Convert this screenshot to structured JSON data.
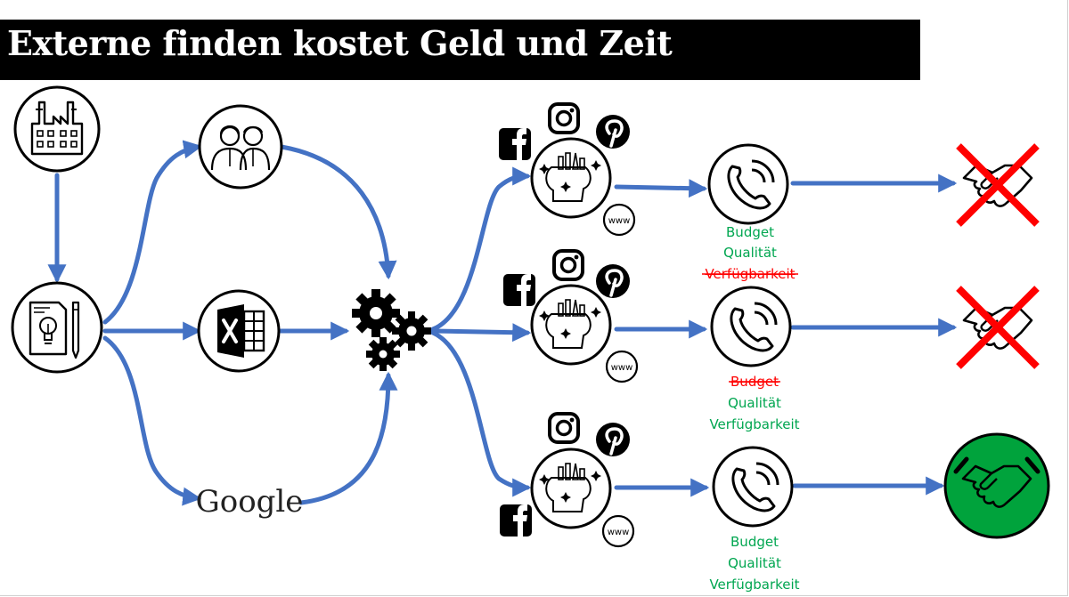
{
  "title": "Externe finden kostet Geld und Zeit",
  "colors": {
    "arrow": "#4472c4",
    "ok_text": "#00a650",
    "strike_text": "#ff0000",
    "success_fill": "#00a33c",
    "cross": "#ff0000"
  },
  "nodes": {
    "factory": "factory-icon",
    "idea": "idea-document-icon",
    "people": "people-icon",
    "excel": "excel-icon",
    "google": "Google",
    "gears": "gears-icon",
    "creative": "creative-head-icon",
    "phone": "phone-icon",
    "handshake": "handshake-icon",
    "www": "www"
  },
  "criteria": {
    "row1": [
      {
        "text": "Budget",
        "status": "ok"
      },
      {
        "text": "Qualität",
        "status": "ok"
      },
      {
        "text": "Verfügbarkeit",
        "status": "failed"
      }
    ],
    "row2": [
      {
        "text": "Budget",
        "status": "failed"
      },
      {
        "text": "Qualität",
        "status": "ok"
      },
      {
        "text": "Verfügbarkeit",
        "status": "ok"
      }
    ],
    "row3": [
      {
        "text": "Budget",
        "status": "ok"
      },
      {
        "text": "Qualität",
        "status": "ok"
      },
      {
        "text": "Verfügbarkeit",
        "status": "ok"
      }
    ]
  },
  "outcomes": [
    "failed",
    "failed",
    "success"
  ]
}
